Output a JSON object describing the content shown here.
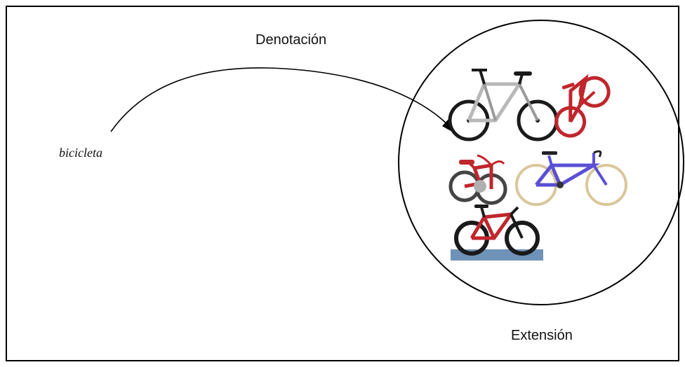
{
  "diagram": {
    "top_label": "Denotación",
    "word": "bicicleta",
    "bottom_label": "Extensión"
  },
  "colors": {
    "line": "#000000",
    "bike_black": "#1a1a1a",
    "bike_red": "#c0262c",
    "bike_silver": "#b8b8b8",
    "bike_blue": "#5a4fd6",
    "bike_tan": "#d9c79a",
    "ground": "#6f93b8"
  },
  "bikes": [
    {
      "name": "mountain-bike-silver"
    },
    {
      "name": "red-bike-small"
    },
    {
      "name": "kids-bike-red"
    },
    {
      "name": "road-bike-blue"
    },
    {
      "name": "mountain-bike-red-on-ground"
    }
  ]
}
